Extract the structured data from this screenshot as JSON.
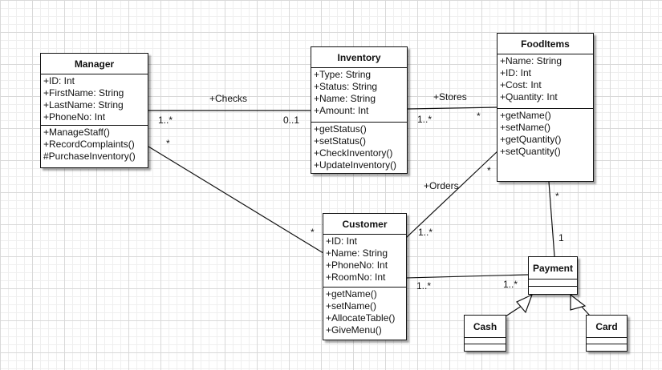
{
  "classes": {
    "manager": {
      "name": "Manager",
      "attributes": [
        "+ID: Int",
        "+FirstName: String",
        "+LastName: String",
        "+PhoneNo: Int"
      ],
      "methods": [
        "+ManageStaff()",
        "+RecordComplaints()",
        "#PurchaseInventory()"
      ]
    },
    "inventory": {
      "name": "Inventory",
      "attributes": [
        "+Type: String",
        "+Status: String",
        "+Name: String",
        "+Amount: Int"
      ],
      "methods": [
        "+getStatus()",
        "+setStatus()",
        "+CheckInventory()",
        "+UpdateInventory()"
      ]
    },
    "fooditems": {
      "name": "FoodItems",
      "attributes": [
        "+Name: String",
        "+ID: Int",
        "+Cost: Int",
        "+Quantity: Int"
      ],
      "methods": [
        "+getName()",
        "+setName()",
        "+getQuantity()",
        "+setQuantity()"
      ]
    },
    "customer": {
      "name": "Customer",
      "attributes": [
        "+ID: Int",
        "+Name: String",
        "+PhoneNo: Int",
        "+RoomNo: Int"
      ],
      "methods": [
        "+getName()",
        "+setName()",
        "+AllocateTable()",
        "+GiveMenu()"
      ]
    },
    "payment": {
      "name": "Payment",
      "attributes": [],
      "methods": []
    },
    "cash": {
      "name": "Cash",
      "attributes": [],
      "methods": []
    },
    "card": {
      "name": "Card",
      "attributes": [],
      "methods": []
    }
  },
  "associations": {
    "checks": {
      "label": "+Checks",
      "source_mult": "1..*",
      "target_mult": "0..1"
    },
    "stores": {
      "label": "+Stores",
      "source_mult": "1..*",
      "target_mult": "*"
    },
    "orders": {
      "label": "+Orders",
      "source_mult": "1..*",
      "target_mult": "*"
    },
    "manager_customer": {
      "source_mult": "*",
      "target_mult": "*"
    },
    "food_payment": {
      "source_mult": "*",
      "target_mult": "1"
    },
    "customer_payment": {
      "source_mult": "1..*",
      "target_mult": "1..*"
    }
  },
  "colors": {
    "line": "#111111",
    "box_fill": "#ffffff",
    "grid": "#d9d9d9"
  }
}
